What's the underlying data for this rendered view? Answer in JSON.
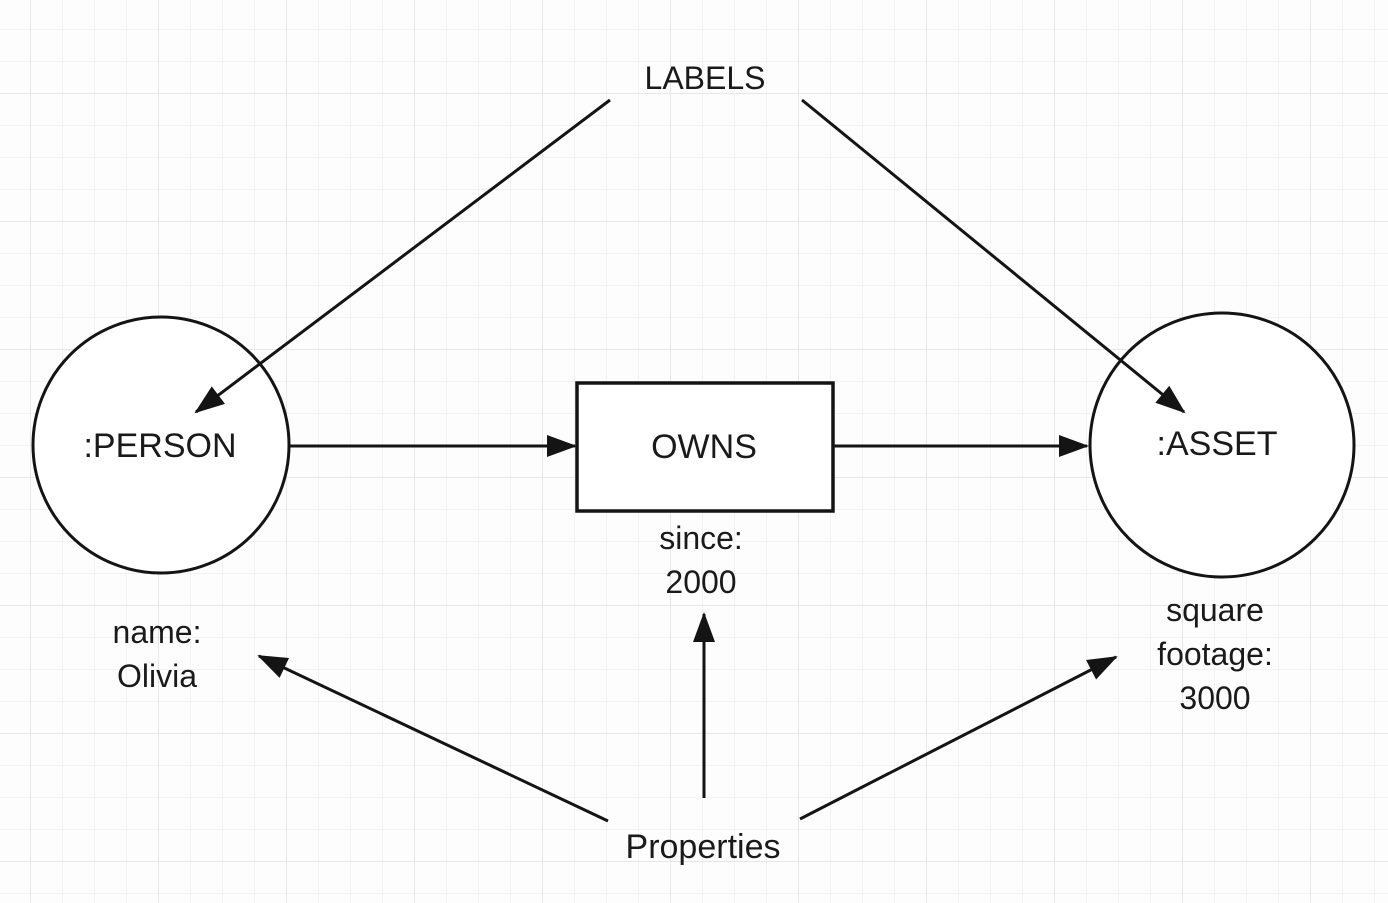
{
  "diagram": {
    "labels_title": "LABELS",
    "properties_title": "Properties",
    "nodes": {
      "person": {
        "label": ":PERSON",
        "property": "name:\nOlivia"
      },
      "asset": {
        "label": ":ASSET",
        "property": "square\nfootage:\n3000"
      }
    },
    "relationship": {
      "label": "OWNS",
      "property": "since:\n2000"
    },
    "edges": [
      {
        "from": "LABELS",
        "to": ":PERSON"
      },
      {
        "from": "LABELS",
        "to": ":ASSET"
      },
      {
        "from": ":PERSON",
        "to": "OWNS"
      },
      {
        "from": "OWNS",
        "to": ":ASSET"
      },
      {
        "from": "Properties",
        "to": "since: 2000"
      },
      {
        "from": "Properties",
        "to": "name: Olivia"
      },
      {
        "from": "Properties",
        "to": "square footage: 3000"
      }
    ],
    "colors": {
      "stroke": "#141414",
      "text": "#1a1a1a",
      "background": "#fdfdfd",
      "grid_minor": "#f4f2f1",
      "grid_major": "#e9e7e6",
      "shape_fill": "#ffffff"
    }
  }
}
